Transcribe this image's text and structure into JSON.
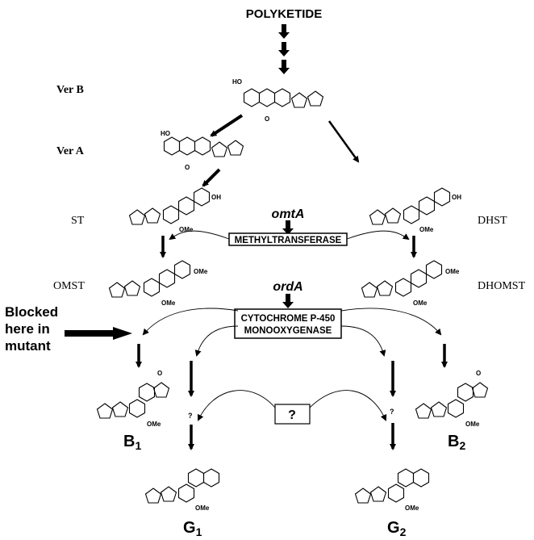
{
  "title": "POLYKETIDE",
  "intermediates": {
    "ver_b": "Ver B",
    "ver_a": "Ver A",
    "st": "ST",
    "dhst": "DHST",
    "omst": "OMST",
    "dhomst": "DHOMST"
  },
  "genes": {
    "omta": "omtA",
    "orda": "ordA"
  },
  "enzymes": {
    "methyltransferase": "METHYLTRANSFERASE",
    "p450_line1": "CYTOCHROME P-450",
    "p450_line2": "MONOOXYGENASE"
  },
  "blocked_label": [
    "Blocked",
    "here in",
    "mutant"
  ],
  "unknown_box": "?",
  "unknown_marks": [
    "?",
    "?"
  ],
  "substituents": {
    "oh": "HO",
    "oh_r": "OH",
    "ome": "OMe",
    "o": "O"
  },
  "products": {
    "b1": {
      "letter": "B",
      "sub": "1"
    },
    "b2": {
      "letter": "B",
      "sub": "2"
    },
    "g1": {
      "letter": "G",
      "sub": "1"
    },
    "g2": {
      "letter": "G",
      "sub": "2"
    }
  }
}
